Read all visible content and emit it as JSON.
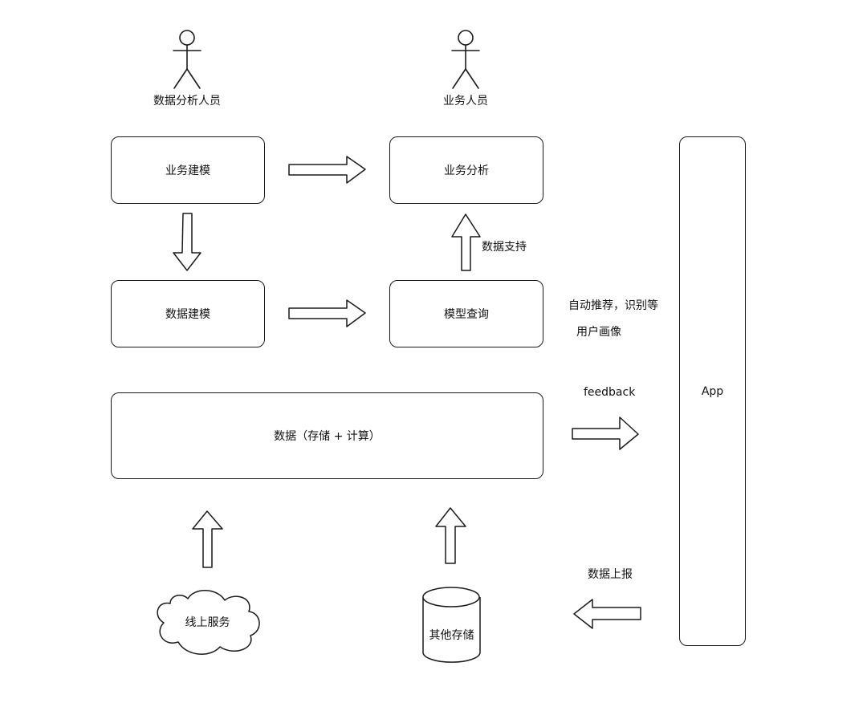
{
  "actors": {
    "data_analyst": "数据分析人员",
    "business_staff": "业务人员"
  },
  "boxes": {
    "business_modeling": "业务建模",
    "business_analysis": "业务分析",
    "data_modeling": "数据建模",
    "model_query": "模型查询",
    "data_store_compute": "数据（存储 + 计算）",
    "app": "App"
  },
  "labels": {
    "data_support": "数据支持",
    "auto_recommend": "自动推荐，识别等",
    "user_profile": "用户画像",
    "feedback": "feedback",
    "data_report": "数据上报"
  },
  "sources": {
    "online_service": "线上服务",
    "other_storage": "其他存储"
  },
  "colors": {
    "stroke": "#1a1a1a",
    "fill": "#ffffff",
    "text": "#111111"
  }
}
